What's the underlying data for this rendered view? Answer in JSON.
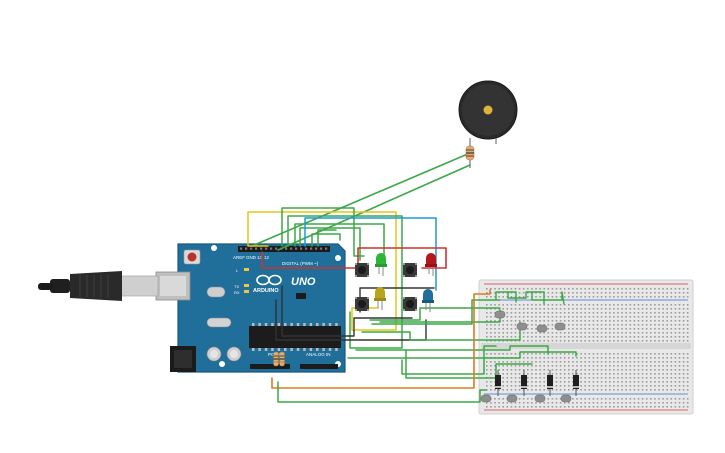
{
  "arduino": {
    "brand": "ARDUINO",
    "model": "UNO",
    "digital_label": "DIGITAL (PWM ~)",
    "analog_label": "ANALOG IN",
    "power_label": "POWER",
    "pin_aref": "AREF",
    "pin_gnd": "GND",
    "pin_13": "13",
    "pin_12": "12",
    "led_l": "L",
    "led_tx": "TX",
    "led_rx": "RX"
  },
  "colors": {
    "board": "#1f6f9a",
    "board_edge": "#175a7e",
    "wire_green": "#3aa845",
    "wire_yellow": "#e4c619",
    "wire_blue": "#1f9ad6",
    "wire_red": "#d0322c",
    "wire_orange": "#de7a1e",
    "wire_dark": "#333333",
    "breadboard": "#e9e9e9",
    "rail_red": "#d83a3a",
    "rail_blue": "#3a6bd8",
    "led_green": "#2fb43a",
    "led_yellow": "#b9a51b",
    "led_red": "#b5181c",
    "led_blue": "#1f6f9a",
    "buzzer": "#2a2a2a"
  },
  "components": {
    "usb_cable": "usb-cable",
    "buzzer": "piezo-buzzer",
    "leds": [
      "green",
      "yellow",
      "red",
      "blue"
    ],
    "pushbuttons": 8,
    "resistors": 10
  }
}
